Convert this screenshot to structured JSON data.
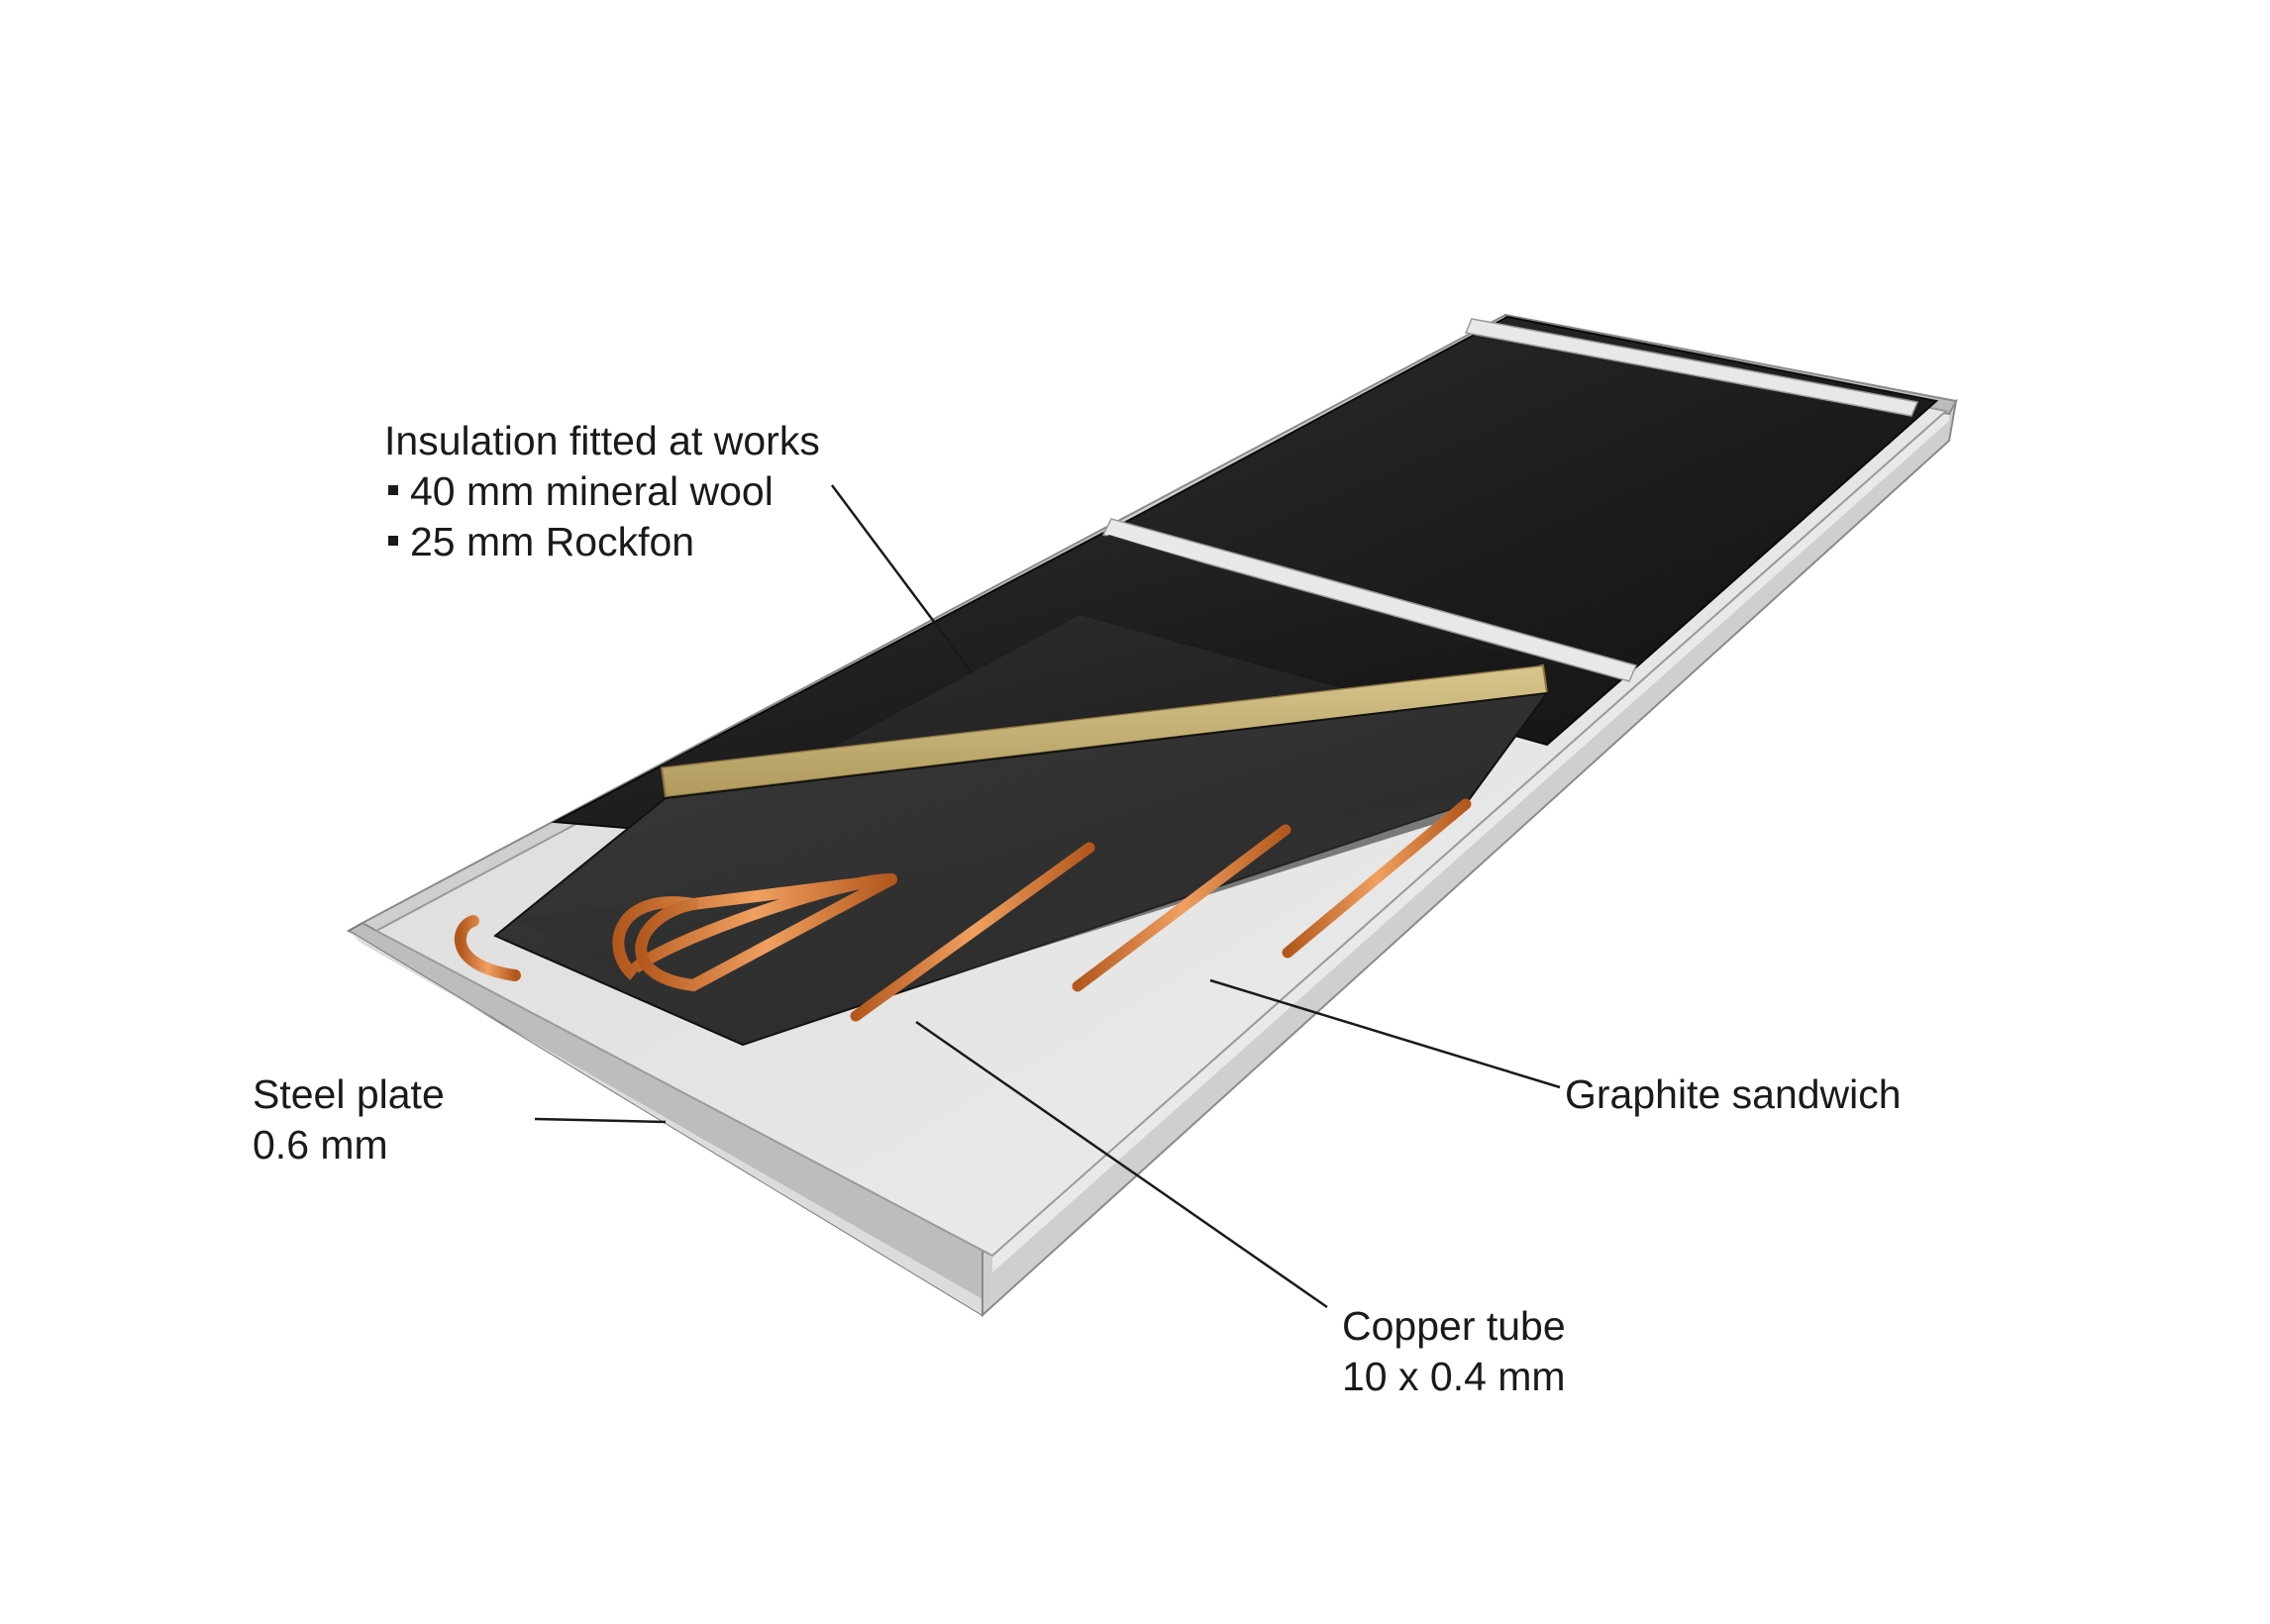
{
  "labels": {
    "insulation": {
      "title": "Insulation fitted at works",
      "bullets": [
        "40 mm mineral wool",
        "25 mm Rockfon"
      ]
    },
    "steel_plate": {
      "line1": "Steel plate",
      "line2": "0.6 mm"
    },
    "graphite": {
      "line1": "Graphite sandwich"
    },
    "copper_tube": {
      "line1": "Copper tube",
      "line2": "10 x 0.4 mm"
    }
  },
  "colors": {
    "frame": "#c9c9c9",
    "frame_dark": "#8c8c8c",
    "steel_plate": "#e4e4e4",
    "graphite": "#2e2e2e",
    "insulation_black": "#1c1c1c",
    "mineral_wool": "#c9b478",
    "copper": "#d9792e",
    "leader_line": "#1a1a1a"
  }
}
